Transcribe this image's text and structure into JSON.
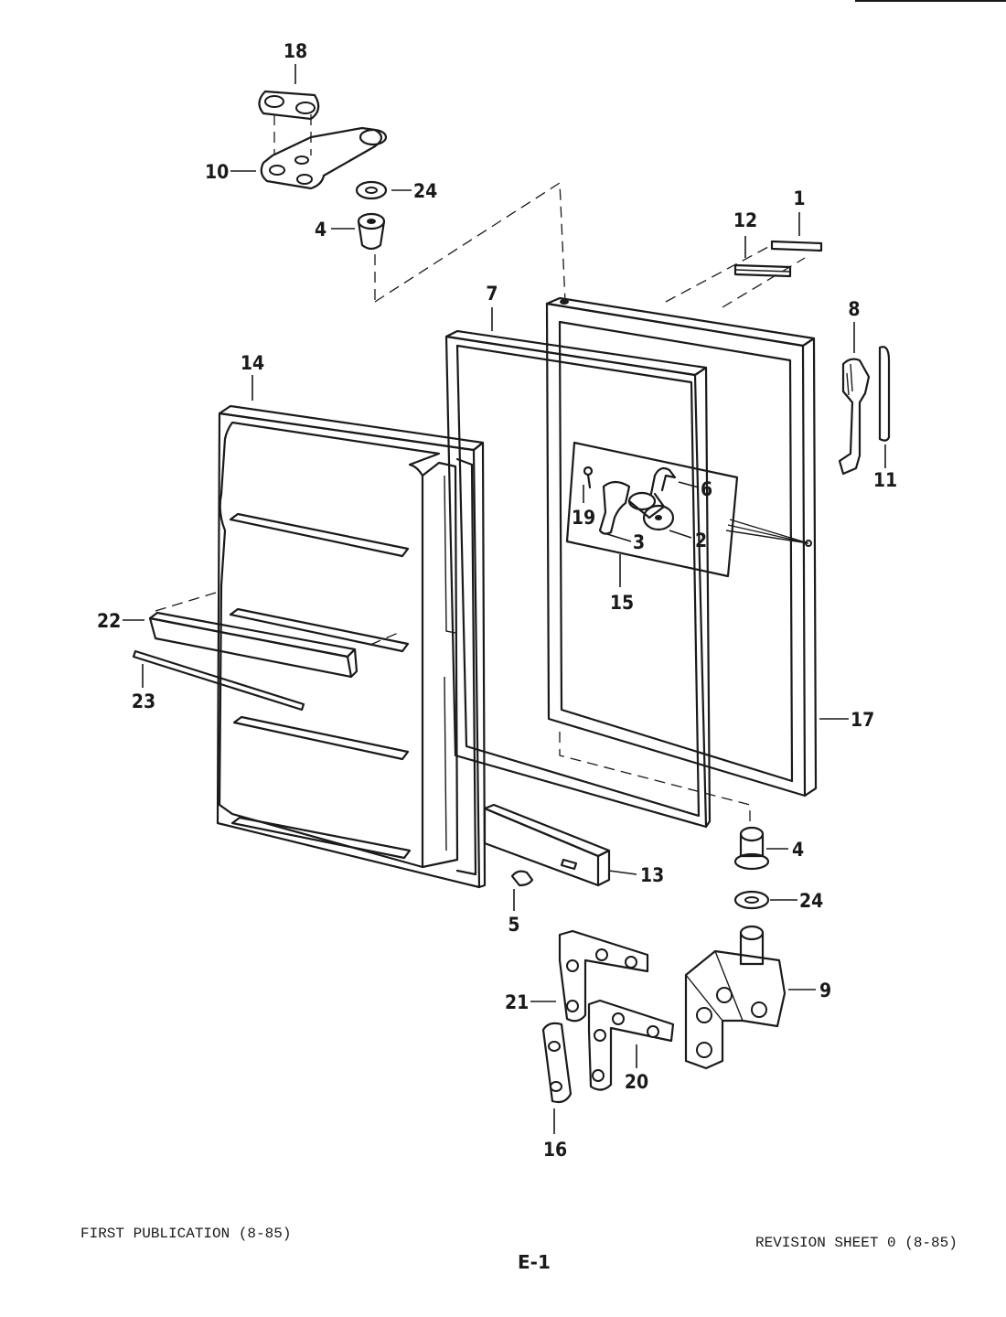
{
  "callouts": {
    "c1": "1",
    "c2": "2",
    "c3": "3",
    "c4_top": "4",
    "c4_bottom": "4",
    "c5": "5",
    "c6": "6",
    "c7": "7",
    "c8": "8",
    "c9": "9",
    "c10": "10",
    "c11": "11",
    "c12": "12",
    "c13": "13",
    "c14": "14",
    "c15": "15",
    "c16": "16",
    "c17": "17",
    "c18": "18",
    "c19": "19",
    "c20": "20",
    "c21": "21",
    "c22": "22",
    "c23": "23",
    "c24_top": "24",
    "c24_bottom": "24"
  },
  "footer": {
    "first_publication": "FIRST PUBLICATION (8-85)",
    "revision": "REVISION SHEET 0 (8-85)",
    "page_id": "E-1"
  }
}
